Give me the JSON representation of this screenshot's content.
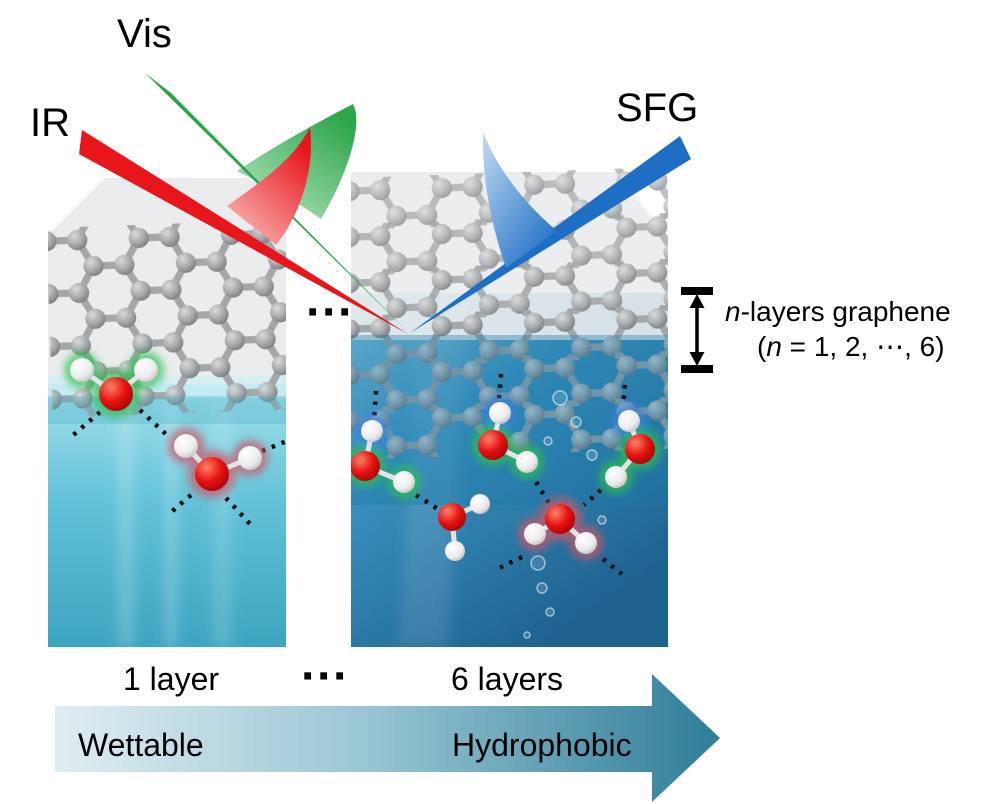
{
  "beams": {
    "ir": {
      "label": "IR",
      "color": "#e8151b"
    },
    "vis": {
      "label": "Vis",
      "color": "#2ea34d"
    },
    "sfg": {
      "label": "SFG",
      "color": "#1e6ec6"
    }
  },
  "annotation": {
    "line1_italic": "n",
    "line1_rest": "-layers graphene",
    "line2_pre": "(",
    "line2_italic": "n",
    "line2_rest": " = 1, 2, ⋯, 6)"
  },
  "panels": {
    "left_label": "1 layer",
    "right_label": "6 layers",
    "separator_mid": "···",
    "separator_bottom": "···"
  },
  "bottom_arrow": {
    "left_label": "Wettable",
    "right_label": "Hydrophobic",
    "gradient_start": "#dfedf2",
    "gradient_end": "#2e7d98"
  },
  "colors": {
    "oxygen": "#e51212",
    "hydrogen": "#f2f2f2",
    "glow_green": "#2fbf4f",
    "glow_red": "#cf5868",
    "glow_blue": "#3b82e0",
    "water_left": "#62c2d8",
    "water_right": "#2e84b2",
    "graphene_ball": "#a6a9ab",
    "slab": "#e9ebec"
  }
}
